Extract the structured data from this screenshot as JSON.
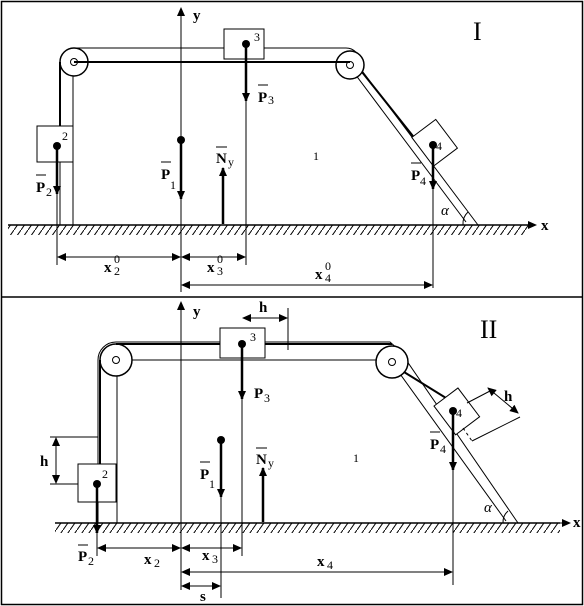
{
  "panel1": {
    "roman": "I",
    "axis_x": "x",
    "axis_y": "y",
    "body_prism": "1",
    "block2": "2",
    "block3": "3",
    "block4": "4",
    "P1": {
      "letter": "P",
      "sub": "1"
    },
    "P2": {
      "letter": "P",
      "sub": "2"
    },
    "P3": {
      "letter": "P",
      "sub": "3"
    },
    "P4": {
      "letter": "P",
      "sub": "4"
    },
    "N": {
      "letter": "N",
      "sub": "y"
    },
    "angle": "α",
    "dim_x2": {
      "letter": "x",
      "sub": "2",
      "sup": "0"
    },
    "dim_x3": {
      "letter": "x",
      "sub": "3",
      "sup": "0"
    },
    "dim_x4": {
      "letter": "x",
      "sub": "4",
      "sup": "0"
    }
  },
  "panel2": {
    "roman": "II",
    "axis_x": "x",
    "axis_y": "y",
    "body_prism": "1",
    "block2": "2",
    "block3": "3",
    "block4": "4",
    "P1": {
      "letter": "P",
      "sub": "1"
    },
    "P2": {
      "letter": "P",
      "sub": "2"
    },
    "P3": {
      "letter": "P",
      "sub": "3"
    },
    "P4": {
      "letter": "P",
      "sub": "4"
    },
    "N": {
      "letter": "N",
      "sub": "y"
    },
    "angle": "α",
    "h_top": "h",
    "h_left": "h",
    "h_right": "h",
    "dim_x2": {
      "letter": "x",
      "sub": "2"
    },
    "dim_x3": {
      "letter": "x",
      "sub": "3"
    },
    "dim_x4": {
      "letter": "x",
      "sub": "4"
    },
    "dim_s": "s"
  }
}
